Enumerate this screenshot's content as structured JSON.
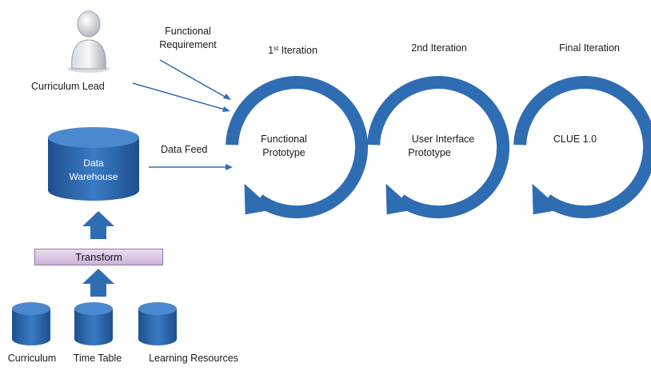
{
  "actor": {
    "label": "Curriculum Lead"
  },
  "inputs": {
    "functional_requirement": [
      "Functional",
      "Requirement"
    ],
    "data_feed": "Data Feed"
  },
  "warehouse": {
    "label_lines": [
      "Data",
      "Warehouse"
    ]
  },
  "transform": {
    "label": "Transform"
  },
  "sources": [
    {
      "label": "Curriculum"
    },
    {
      "label": "Time Table"
    },
    {
      "label": "Learning Resources"
    }
  ],
  "iterations": [
    {
      "title_base": "1",
      "title_sup": "st",
      "title_rest": " Iteration",
      "inner_lines": [
        "Functional",
        "Prototype"
      ]
    },
    {
      "title": "2nd Iteration",
      "inner_lines": [
        "User Interface",
        "Prototype"
      ]
    },
    {
      "title": "Final Iteration",
      "inner_lines": [
        "CLUE 1.0"
      ]
    }
  ],
  "colors": {
    "primary_blue": "#2f6db3",
    "dark_blue": "#1d4f8e",
    "transform_fill": "#d9c6e2"
  }
}
